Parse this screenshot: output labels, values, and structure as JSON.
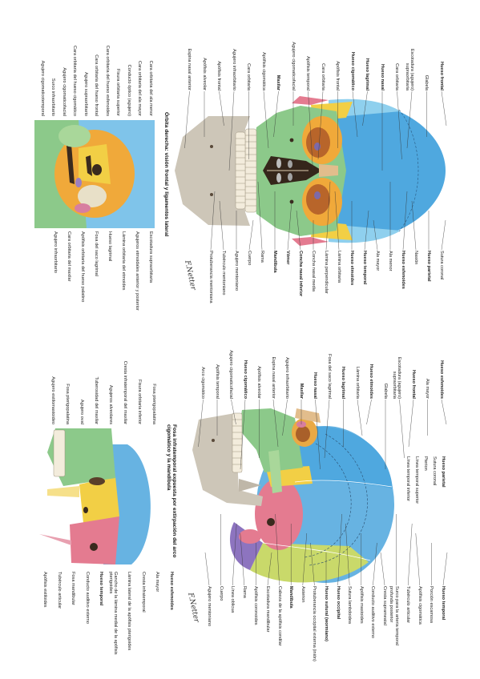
{
  "top_panel": {
    "left_labels": [
      {
        "text": "Hueso frontal",
        "bold": true
      },
      {
        "text": "Glabela"
      },
      {
        "text": "Escotadura (agujero) supraorbitaria"
      },
      {
        "text": "Cara orbitaria"
      },
      {
        "text": "Hueso nasal",
        "bold": true
      },
      {
        "text": "Hueso lagrimal",
        "bold": true
      },
      {
        "text": "Hueso cigomático",
        "bold": true
      },
      {
        "text": "Apófisis frontal"
      },
      {
        "text": "Cara orbitaria"
      },
      {
        "text": "Apófisis temporal"
      },
      {
        "text": "Agujero cigomaticofacial"
      },
      {
        "text": "Maxilar",
        "bold": true
      },
      {
        "text": "Apófisis cigomática"
      },
      {
        "text": "Cara orbitaria"
      },
      {
        "text": "Agujero infraorbitario"
      },
      {
        "text": "Apófisis frontal"
      },
      {
        "text": "Apófisis alveolar"
      },
      {
        "text": "Espina nasal anterior"
      }
    ],
    "right_labels": [
      {
        "text": "Sutura coronal"
      },
      {
        "text": "Hueso parietal",
        "bold": true
      },
      {
        "text": "Nasión"
      },
      {
        "text": "Hueso esfenoides",
        "bold": true
      },
      {
        "text": "Ala menor"
      },
      {
        "text": "Ala mayor"
      },
      {
        "text": "Hueso temporal",
        "bold": true
      },
      {
        "text": "Hueso etmoides",
        "bold": true
      },
      {
        "text": "Lámina orbitaria"
      },
      {
        "text": "Lámina perpendicular"
      },
      {
        "text": "Concha nasal media"
      },
      {
        "text": "Concha nasal inferior",
        "bold": true
      },
      {
        "text": "Vómer",
        "bold": true
      },
      {
        "text": "Mandíbula",
        "bold": true
      },
      {
        "text": "Rama"
      },
      {
        "text": "Cuerpo"
      },
      {
        "text": "Agujero mentoniano"
      },
      {
        "text": "Tubérculo mentoniano"
      },
      {
        "text": "Protuberancia mentoniana"
      }
    ],
    "inset": {
      "title": "Órbita derecha: visión frontal y ligamentos lateral",
      "left_labels": [
        {
          "text": "Cara orbitaria del ala menor"
        },
        {
          "text": "Cara orbitaria del ala mayor"
        },
        {
          "text": "Conducto óptico (agujero)"
        },
        {
          "text": "Fisura orbitaria superior"
        },
        {
          "text": "Cara orbitaria del hueso esfenoides"
        },
        {
          "text": "Cara orbitaria del hueso frontal"
        },
        {
          "text": "Agujero supraorbitario"
        },
        {
          "text": "Cara orbitaria del hueso cigomático"
        },
        {
          "text": "Agujero cigomaticofacial"
        },
        {
          "text": "Surco infraorbitario"
        },
        {
          "text": "Agujero cigomaticotemporal"
        }
      ],
      "right_labels": [
        {
          "text": "Escotadura supraorbitaria"
        },
        {
          "text": "Agujeros etmoidales anterior y posterior"
        },
        {
          "text": "Lámina orbitaria del etmoides"
        },
        {
          "text": "Hueso lagrimal"
        },
        {
          "text": "Fosa del saco lagrimal"
        },
        {
          "text": "Apófisis orbitaria del hueso palatino"
        },
        {
          "text": "Cara orbitaria del maxilar"
        },
        {
          "text": "Agujero infraorbitario"
        }
      ]
    },
    "signature": "F.Netter"
  },
  "bottom_panel": {
    "left_labels": [
      {
        "text": "Hueso esfenoides",
        "bold": true
      },
      {
        "text": "Ala mayor"
      },
      {
        "text": "Hueso frontal",
        "bold": true
      },
      {
        "text": "Escotadura (agujero) supraorbitaria"
      },
      {
        "text": "Glabela"
      },
      {
        "text": "Hueso etmoides",
        "bold": true
      },
      {
        "text": "Lámina orbitaria"
      },
      {
        "text": "Hueso lagrimal",
        "bold": true
      },
      {
        "text": "Fosa del saco lagrimal"
      },
      {
        "text": "Hueso nasal",
        "bold": true
      },
      {
        "text": "Maxilar",
        "bold": true
      },
      {
        "text": "Agujero infraorbitario"
      },
      {
        "text": "Espina nasal anterior"
      },
      {
        "text": "Apófisis alveolar"
      },
      {
        "text": "Hueso cigomático",
        "bold": true
      },
      {
        "text": "Agujero cigomaticofacial"
      },
      {
        "text": "Apófisis temporal"
      },
      {
        "text": "Arco cigomático"
      }
    ],
    "top_labels": [
      {
        "text": "Hueso parietal",
        "bold": true
      },
      {
        "text": "Sutura coronal"
      },
      {
        "text": "Pterion"
      },
      {
        "text": "Línea temporal superior"
      },
      {
        "text": "Línea temporal inferior"
      }
    ],
    "right_labels": [
      {
        "text": "Hueso temporal",
        "bold": true
      },
      {
        "text": "Porción escamosa"
      },
      {
        "text": "Apófisis cigomática"
      },
      {
        "text": "Tubérculo articular"
      },
      {
        "text": "Surco para la arteria temporal profunda posterior"
      },
      {
        "text": "Cresta suprameatal"
      },
      {
        "text": "Conducto auditivo externo"
      },
      {
        "text": "Apófisis mastoides"
      },
      {
        "text": "Sutura lambdoidea"
      },
      {
        "text": "Hueso occipital",
        "bold": true
      },
      {
        "text": "Hueso sutural (wormiano)",
        "bold": true
      },
      {
        "text": "Protuberancia occipital externa (inión)"
      },
      {
        "text": "Asterion"
      },
      {
        "text": "Mandíbula",
        "bold": true
      },
      {
        "text": "Cabeza de la apófisis condilar"
      },
      {
        "text": "Escotadura mandibular"
      },
      {
        "text": "Apófisis coronoides"
      },
      {
        "text": "Rama"
      },
      {
        "text": "Línea oblicua"
      },
      {
        "text": "Cuerpo"
      },
      {
        "text": "Agujero mentoniano"
      }
    ],
    "inset": {
      "title": "Fosa infratemporal expuesta por extirpación del arco cigomático y la mandíbula",
      "left_labels": [
        {
          "text": "Fosa pterigopalatina"
        },
        {
          "text": "Fisura orbitaria inferior"
        },
        {
          "text": "Cresta infratemporal del maxilar"
        },
        {
          "text": "Agujeros alveolares"
        },
        {
          "text": "Tuberosidad del maxilar"
        },
        {
          "text": "Agujero oval"
        },
        {
          "text": "Fosa pterigopalatina"
        },
        {
          "text": "Agujero estilomastoideo"
        }
      ],
      "right_labels": [
        {
          "text": "Hueso esfenoides",
          "bold": true
        },
        {
          "text": "Ala mayor"
        },
        {
          "text": "Cresta infratemporal"
        },
        {
          "text": "Lámina lateral de la apófisis pterigoides"
        },
        {
          "text": "Gancho de la lámina medial de la apófisis pterigoides"
        },
        {
          "text": "Hueso temporal",
          "bold": true
        },
        {
          "text": "Conducto auditivo externo"
        },
        {
          "text": "Fosa mandibular"
        },
        {
          "text": "Tubérculo articular"
        },
        {
          "text": "Apófisis estiloides"
        }
      ]
    },
    "signature": "F.Netter"
  },
  "colors": {
    "frontal": "#4fa8df",
    "parietal": "#67b3e2",
    "sphenoid": "#f2cf45",
    "zygomatic_maxilla": "#8cc98a",
    "temporal": "#e47b90",
    "occipital": "#c9d96a",
    "mandible": "#cdc6b8"
  }
}
